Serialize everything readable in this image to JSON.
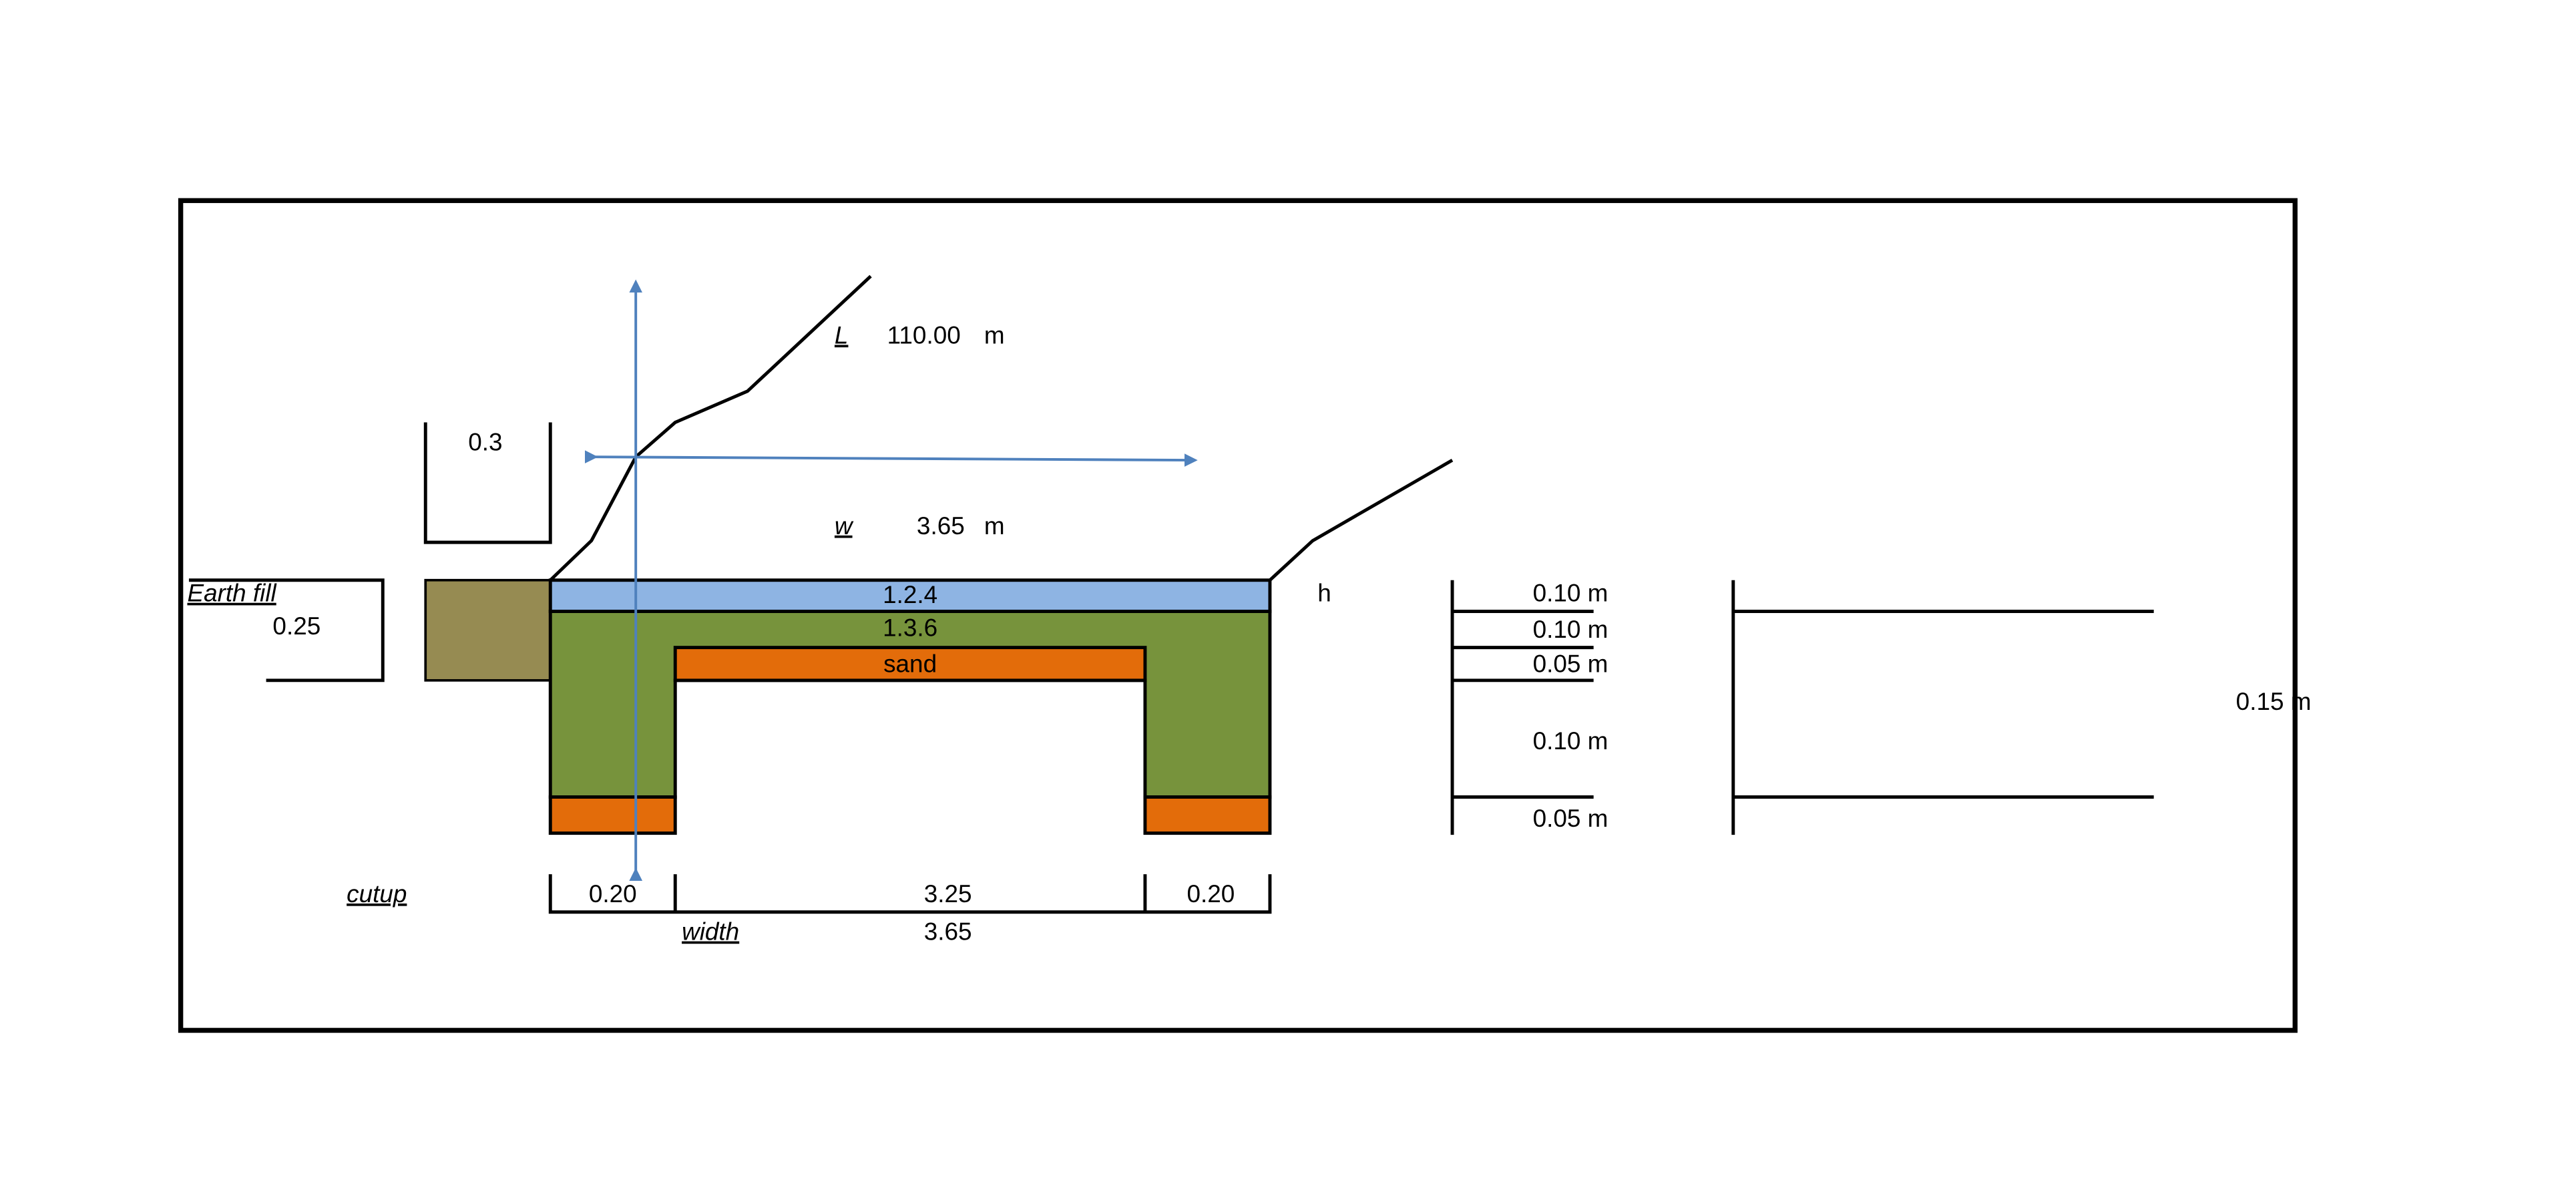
{
  "colors": {
    "earth_fill": "#968b52",
    "layer_124": "#8eb4e3",
    "layer_136": "#77933c",
    "sand": "#e36c0a",
    "arrow": "#4f81bd"
  },
  "labels": {
    "L_label": "L",
    "L_value": "110.00",
    "L_unit": "m",
    "w_label": "w",
    "w_value": "3.65",
    "w_unit": "m",
    "box_value": "0.3",
    "earth_fill": "Earth fill",
    "earth_fill_value": "0.25",
    "layer_124": "1.2.4",
    "layer_136": "1.3.6",
    "sand": "sand",
    "h": "h",
    "cutup": "cutup",
    "cut_left": "0.20",
    "cut_mid": "3.25",
    "cut_right": "0.20",
    "width": "width",
    "width_value": "3.65"
  },
  "thickness": [
    {
      "value": "0.10",
      "unit": "m"
    },
    {
      "value": "0.10",
      "unit": "m"
    },
    {
      "value": "0.05",
      "unit": "m"
    },
    {
      "value": "0.10",
      "unit": "m"
    },
    {
      "value": "0.05",
      "unit": "m"
    }
  ],
  "side_value": {
    "value": "0.15",
    "unit": "m"
  }
}
